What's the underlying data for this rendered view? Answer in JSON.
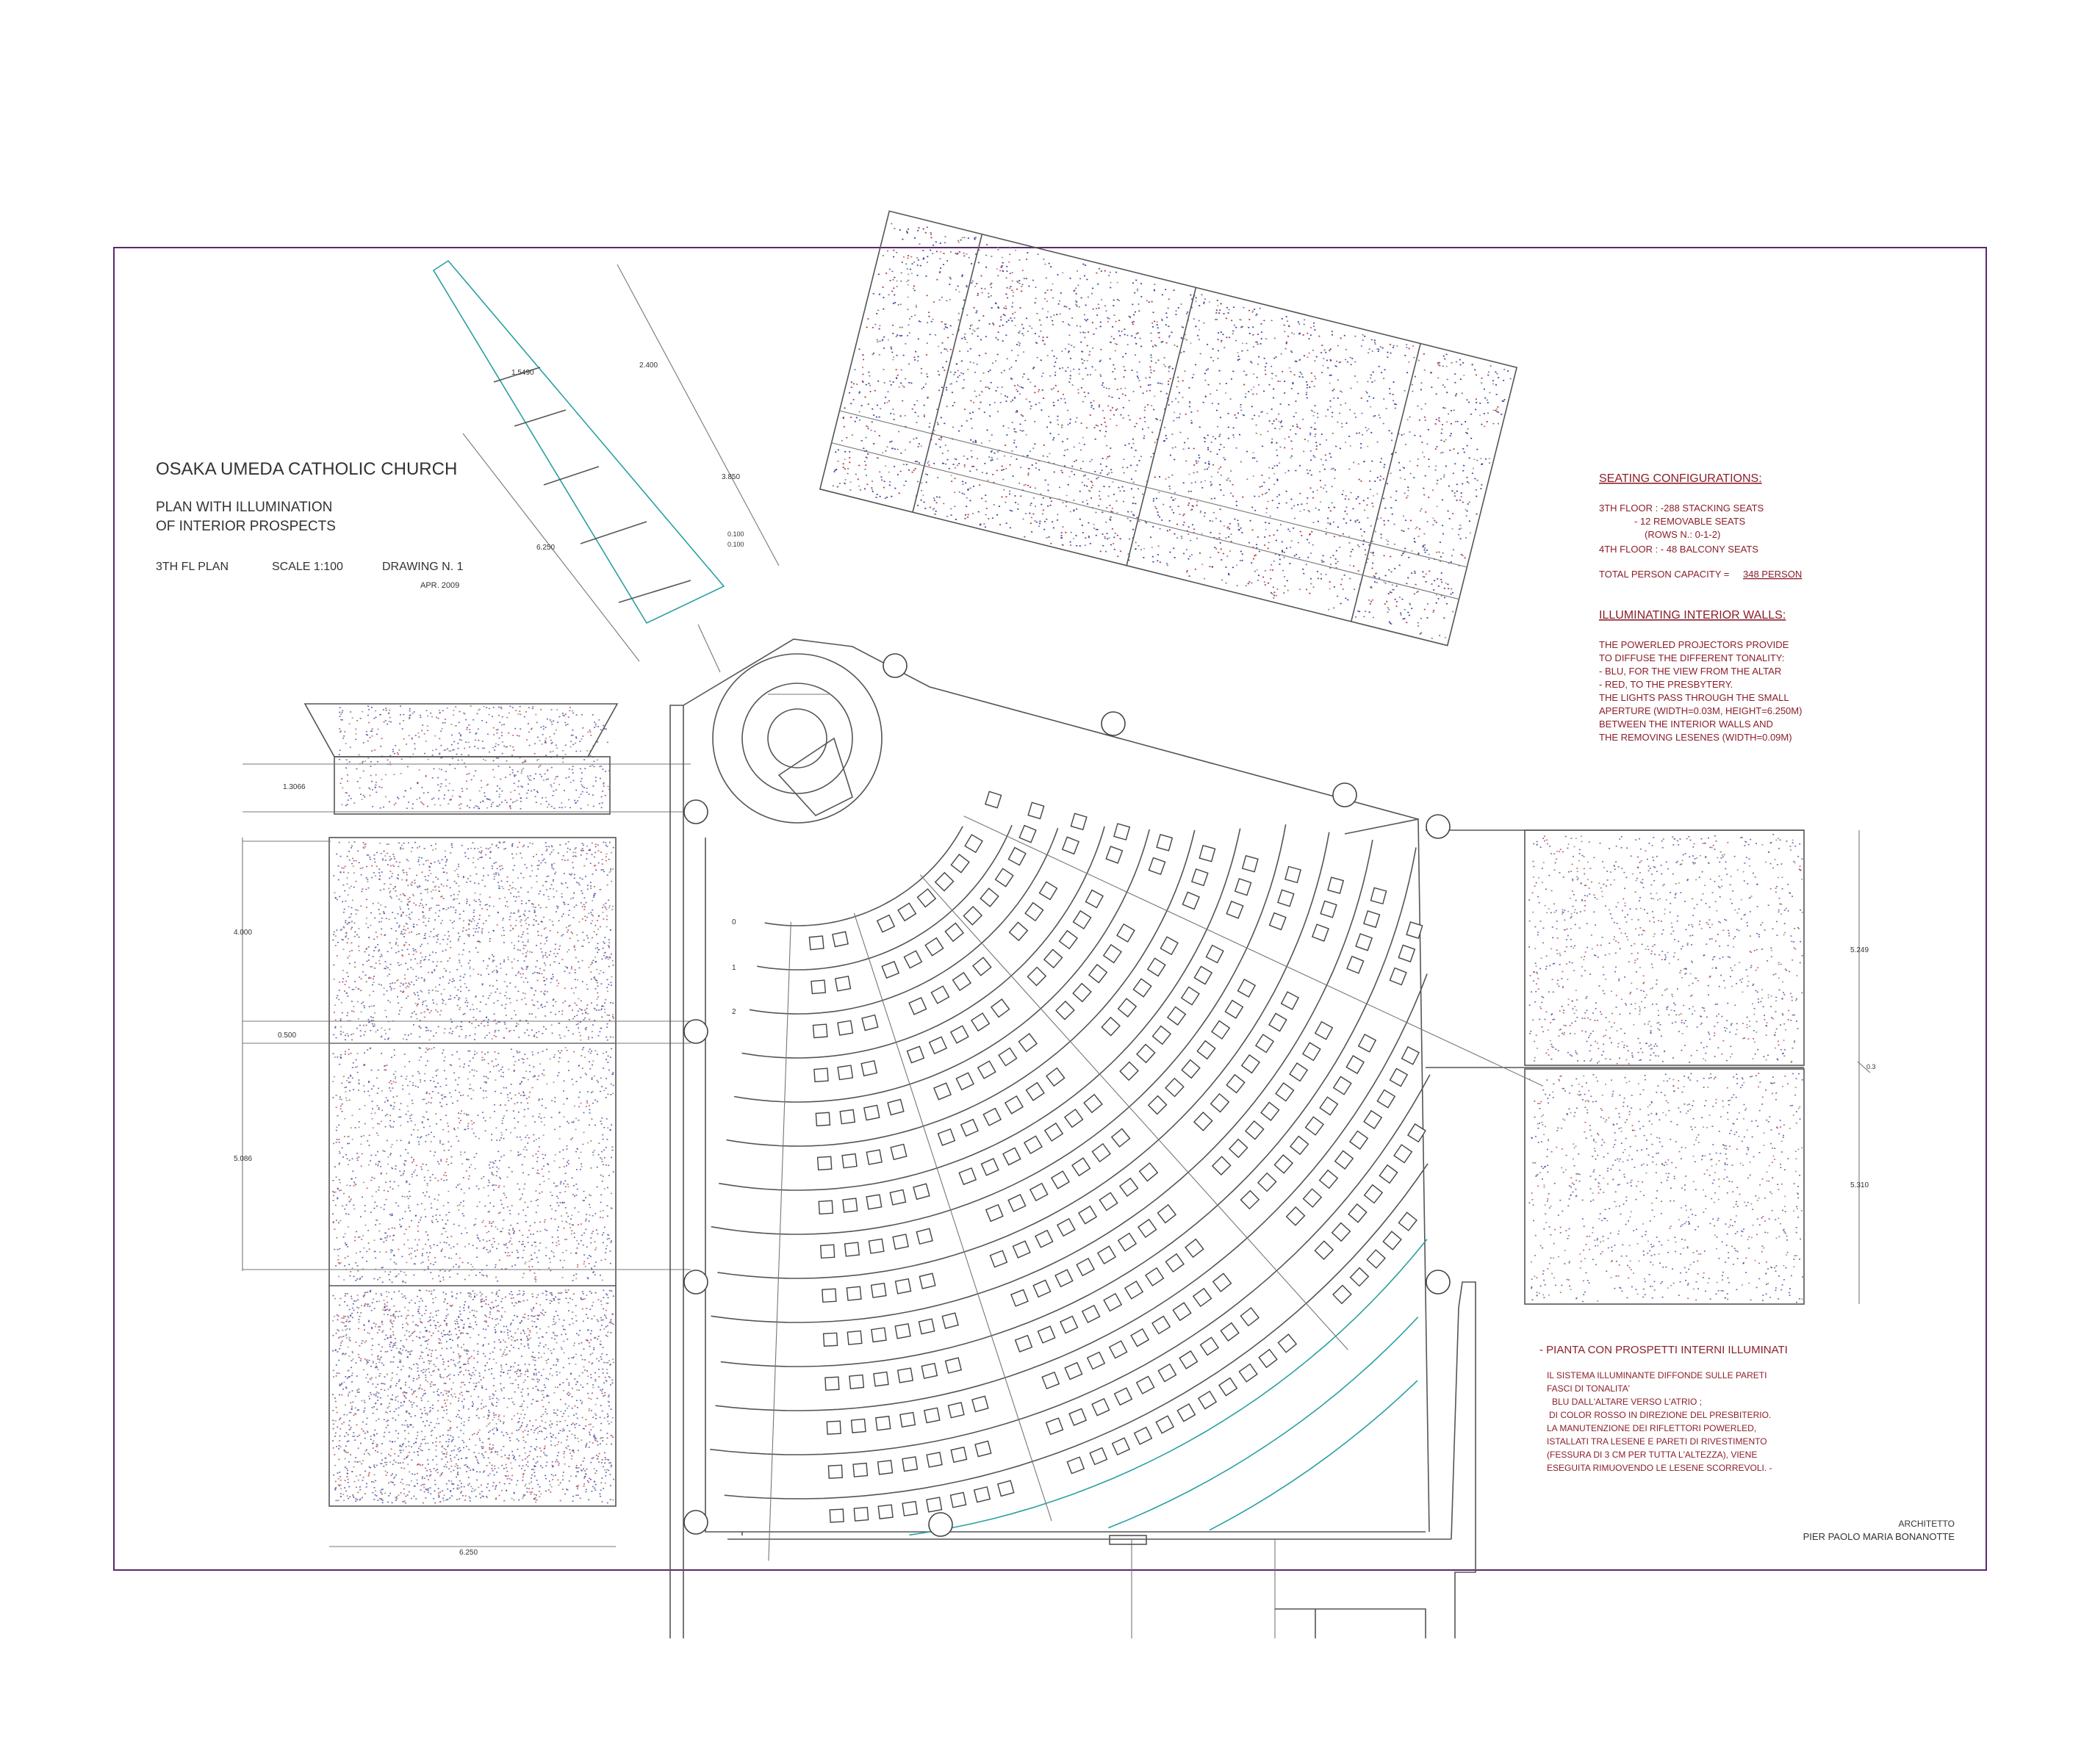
{
  "title_block": {
    "church_name": "OSAKA UMEDA CATHOLIC CHURCH",
    "subtitle_line1": "PLAN WITH ILLUMINATION",
    "subtitle_line2": "OF INTERIOR PROSPECTS",
    "plan_label": "3TH FL PLAN",
    "scale_label": "SCALE 1:100",
    "drawing_label": "DRAWING N. 1",
    "date": "APR. 2009"
  },
  "seating": {
    "heading": "SEATING CONFIGURATIONS:",
    "line1": "3TH FLOOR :  -288 STACKING SEATS",
    "line2": "- 12 REMOVABLE SEATS",
    "line3": "(ROWS N.: 0-1-2)",
    "line4": "4TH FLOOR :  - 48 BALCONY SEATS",
    "total_prefix": "TOTAL PERSON CAPACITY =",
    "total_value": "348 PERSON"
  },
  "illumination": {
    "heading": "ILLUMINATING INTERIOR WALLS:",
    "lines": [
      "THE POWERLED PROJECTORS PROVIDE",
      "TO DIFFUSE THE DIFFERENT TONALITY:",
      "- BLU, FOR THE VIEW FROM THE ALTAR",
      "- RED, TO THE PRESBYTERY.",
      "THE LIGHTS PASS THROUGH THE SMALL",
      "APERTURE (WIDTH=0.03M, HEIGHT=6.250M)",
      "BETWEEN THE INTERIOR WALLS AND",
      "THE REMOVING LESENES (WIDTH=0.09M)"
    ]
  },
  "italian_note": {
    "heading": "- PIANTA CON PROSPETTI INTERNI ILLUMINATI",
    "lines": [
      "IL SISTEMA ILLUMINANTE DIFFONDE SULLE PARETI",
      "FASCI DI TONALITA'",
      "BLU DALL'ALTARE VERSO L'ATRIO ;",
      "DI COLOR ROSSO IN DIREZIONE DEL PRESBITERIO.",
      "LA MANUTENZIONE DEI RIFLETTORI POWERLED,",
      "ISTALLATI TRA LESENE E PARETI DI RIVESTIMENTO",
      "(FESSURA DI 3 CM PER TUTTA L'ALTEZZA), VIENE",
      "ESEGUITA RIMUOVENDO LE LESENE SCORREVOLI. -"
    ]
  },
  "architect": {
    "role": "ARCHITETTO",
    "name": "PIER PAOLO MARIA BONANOTTE"
  },
  "dimensions": {
    "d_2400": "2.400",
    "d_3850": "3.850",
    "d_6250_top": "6.250",
    "d_15490": "1.5490",
    "d_0100": "0.100",
    "d_0100b": "0.100",
    "d_13066": "1.3066",
    "d_4000": "4.000",
    "d_0500": "0.500",
    "d_5086": "5.086",
    "d_6250_bottom": "6.250",
    "d_5249": "5.249",
    "d_03": "0.3",
    "d_5310": "5.310"
  },
  "row_numbers": [
    "0",
    "1",
    "2"
  ],
  "colors": {
    "frame": "#5a2a6a",
    "text_red": "#8a1f2a",
    "blue_light": "#3a3a9a",
    "red_light": "#b0303a",
    "teal": "#2aa0a0"
  }
}
